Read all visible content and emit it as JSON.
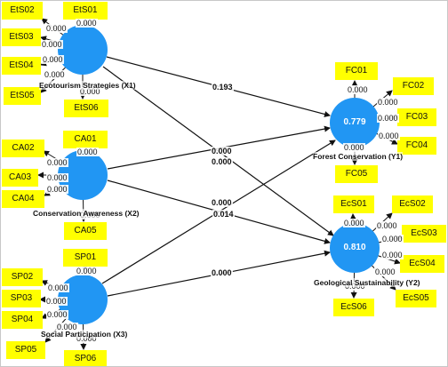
{
  "colors": {
    "construct_fill": "#2196f3",
    "indicator_fill": "#ffff00",
    "arrow": "#111111"
  },
  "constructs": {
    "x1": {
      "name": "Ecotourism Strategies (X1)",
      "label": "Ecotourism Strategies (X1)"
    },
    "x2": {
      "name": "Conservation Awareness (X2)",
      "label": "Conservation Awareness (X2)"
    },
    "x3": {
      "name": "Social Participation (X3)",
      "label": "Social Participation (X3)"
    },
    "y1": {
      "name": "Forest Conservation (Y1)",
      "label": "Forest Conservation (Y1)",
      "r2": "0.779"
    },
    "y2": {
      "name": "Geological Sustainability (Y2)",
      "label": "Geological Sustainability (Y2)",
      "r2": "0.810"
    }
  },
  "indicators": {
    "EtS01": "EtS01",
    "EtS02": "EtS02",
    "EtS03": "EtS03",
    "EtS04": "EtS04",
    "EtS05": "EtS05",
    "EtS06": "EtS06",
    "CA01": "CA01",
    "CA02": "CA02",
    "CA03": "CA03",
    "CA04": "CA04",
    "CA05": "CA05",
    "SP01": "SP01",
    "SP02": "SP02",
    "SP03": "SP03",
    "SP04": "SP04",
    "SP05": "SP05",
    "SP06": "SP06",
    "FC01": "FC01",
    "FC02": "FC02",
    "FC03": "FC03",
    "FC04": "FC04",
    "FC05": "FC05",
    "EcS01": "EcS01",
    "EcS02": "EcS02",
    "EcS03": "EcS03",
    "EcS04": "EcS04",
    "EcS05": "EcS05",
    "EcS06": "EcS06"
  },
  "outer_values": {
    "EtS01": "0.000",
    "EtS02": "0.000",
    "EtS03": "0.000",
    "EtS04": "0.000",
    "EtS05": "0.000",
    "EtS06": "0.000",
    "CA01": "0.000",
    "CA02": "0.000",
    "CA03": "0.000",
    "CA04": "0.000",
    "CA05": "0.000",
    "SP01": "0.000",
    "SP02": "0.000",
    "SP03": "0.000",
    "SP04": "0.000",
    "SP05": "0.000",
    "SP06": "0.000",
    "FC01": "0.000",
    "FC02": "0.000",
    "FC03": "0.000",
    "FC04": "0.000",
    "FC05": "0.000",
    "EcS01": "0.000",
    "EcS02": "0.000",
    "EcS03": "0.000",
    "EcS04": "0.000",
    "EcS05": "0.000",
    "EcS06": "0.000"
  },
  "paths": {
    "x1_y1": "0.193",
    "x1_y2": "0.000",
    "x2_y1": "0.000",
    "x2_y2": "0.014",
    "x3_y1": "0.000",
    "x3_y2": "0.000"
  }
}
